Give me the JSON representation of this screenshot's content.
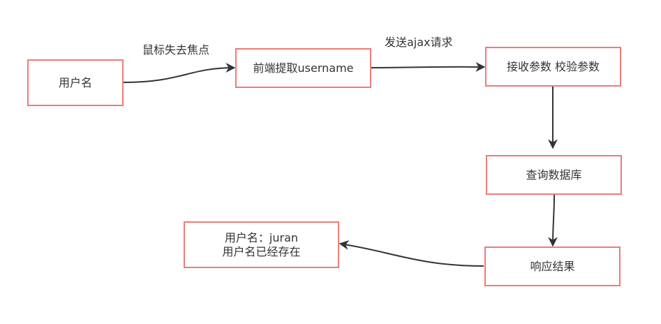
{
  "nodes": {
    "username": {
      "label": "用户名"
    },
    "frontend": {
      "label": "前端提取username"
    },
    "receive": {
      "label": "接收参数 校验参数"
    },
    "query": {
      "label": "查询数据库"
    },
    "response": {
      "label": "响应结果"
    },
    "result": {
      "line1": "用户名：juran",
      "line2": "用户名已经存在"
    }
  },
  "edge_labels": {
    "blur": "鼠标失去焦点",
    "ajax": "发送ajax请求"
  },
  "colors": {
    "node_border": "#f07a78",
    "edge": "#333333",
    "text": "#333333"
  }
}
